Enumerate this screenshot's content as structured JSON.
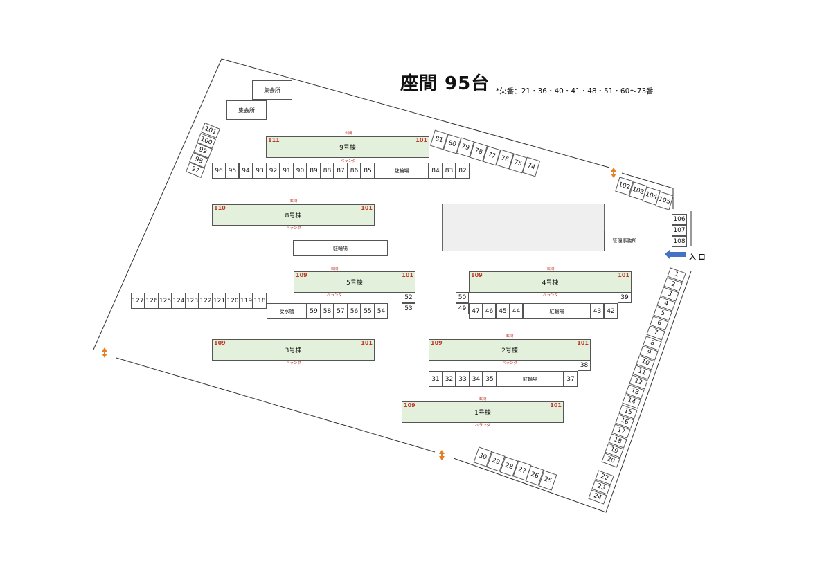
{
  "title": "座間 95台",
  "missing_note": "*欠番：21・36・40・41・48・51・60〜73番",
  "entrance_label": "入 口",
  "colors": {
    "building_fill": "#e3f1dc",
    "room_number": "#c0392b",
    "entrance_arrow": "#4472c4",
    "gate_arrow": "#e67e22"
  },
  "labels": {
    "shukaijo": "集会所",
    "churinjo": "駐輪場",
    "jusuiso": "受水槽",
    "kanri": "管理事務所",
    "genkan": "玄関",
    "veranda": "ベランダ"
  },
  "buildings": {
    "b9": {
      "name": "9号棟",
      "left": "111",
      "right": "101"
    },
    "b8": {
      "name": "8号棟",
      "left": "110",
      "right": "101"
    },
    "b5": {
      "name": "5号棟",
      "left": "109",
      "right": "101"
    },
    "b4": {
      "name": "4号棟",
      "left": "109",
      "right": "101"
    },
    "b3": {
      "name": "3号棟",
      "left": "109",
      "right": "101"
    },
    "b2": {
      "name": "2号棟",
      "left": "109",
      "right": "101"
    },
    "b1": {
      "name": "1号棟",
      "left": "109",
      "right": "101"
    }
  },
  "spaces": {
    "row96_82": [
      "96",
      "95",
      "94",
      "93",
      "92",
      "91",
      "90",
      "89",
      "88",
      "87",
      "86",
      "85",
      "84",
      "83",
      "82"
    ],
    "row81_74": [
      "81",
      "80",
      "79",
      "78",
      "77",
      "76",
      "75",
      "74"
    ],
    "row101_97": [
      "101",
      "100",
      "99",
      "98",
      "97"
    ],
    "row102_105": [
      "102",
      "103",
      "104",
      "105"
    ],
    "row106_108": [
      "106",
      "107",
      "108"
    ],
    "row127_118": [
      "127",
      "126",
      "125",
      "124",
      "123",
      "122",
      "121",
      "120",
      "119",
      "118"
    ],
    "row59_54": [
      "59",
      "58",
      "57",
      "56",
      "55",
      "54"
    ],
    "s52": "52",
    "s53": "53",
    "s50": "50",
    "s49": "49",
    "s39": "39",
    "row47_44": [
      "47",
      "46",
      "45",
      "44"
    ],
    "row43_42": [
      "43",
      "42"
    ],
    "s38": "38",
    "row31_35": [
      "31",
      "32",
      "33",
      "34",
      "35"
    ],
    "s37": "37",
    "row1_20": [
      "1",
      "2",
      "3",
      "4",
      "5",
      "6",
      "7",
      "8",
      "9",
      "10",
      "11",
      "12",
      "13",
      "14",
      "15",
      "16",
      "17",
      "18",
      "19",
      "20"
    ],
    "row22_24": [
      "22",
      "23",
      "24"
    ],
    "row30_25": [
      "30",
      "29",
      "28",
      "27",
      "26",
      "25"
    ]
  }
}
